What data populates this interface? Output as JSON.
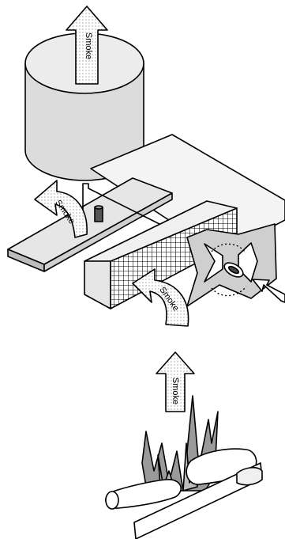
{
  "arrows": {
    "top": "Smoke",
    "sensor": "Smoke",
    "chamber": "Smoke",
    "fire": "Smoke"
  },
  "colors": {
    "outline": "#000000",
    "cylinder_fill": "#dcdcdc",
    "plate_fill": "#f4f4f4",
    "board_fill": "#e6e6e6",
    "detail_fill": "#bdbdbd",
    "flame_fill": "#9a9a9a",
    "log_fill": "#ffffff",
    "arrow_fill": "#ffffff"
  },
  "icons": {
    "cylinder": "cylinder-icon",
    "grid_chamber": "grid-chamber-icon",
    "magnifier": "magnifier-inset-icon",
    "pointer": "pointer-arrow-icon",
    "flames": "flames-icon",
    "logs": "logs-icon"
  }
}
